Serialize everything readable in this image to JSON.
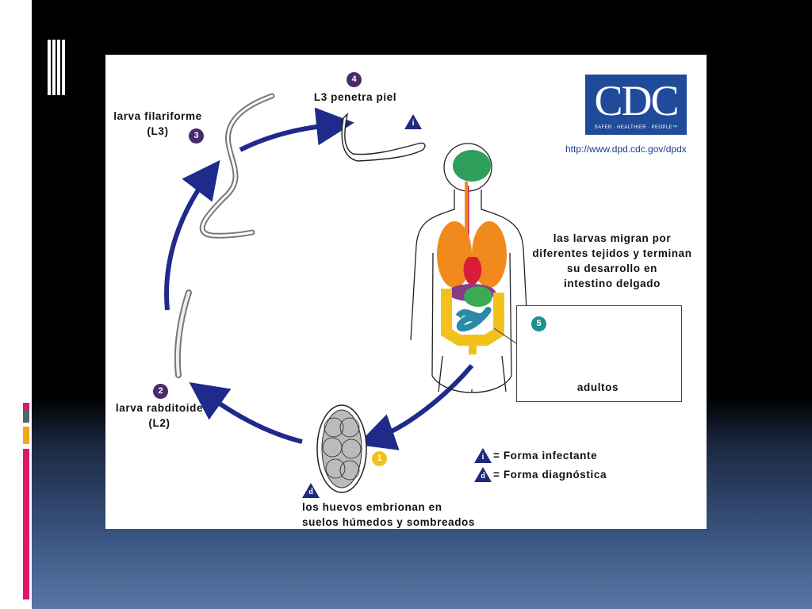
{
  "logo": {
    "letters": "CDC",
    "tagline": "SAFER · HEALTHIER · PEOPLE™"
  },
  "url": "http://www.dpd.cdc.gov/dpdx",
  "stages": [
    {
      "number": "1",
      "text": "los huevos embrionan en\nsuelos húmedos y sombreados",
      "badge_color": "#f2c21b"
    },
    {
      "number": "2",
      "text": "larva rabditoide\n(L2)",
      "badge_color": "#4a2a6b"
    },
    {
      "number": "3",
      "text": "larva filariforme\n(L3)",
      "badge_color": "#4a2a6b"
    },
    {
      "number": "4",
      "text": "L3 penetra piel",
      "badge_color": "#4a2a6b"
    },
    {
      "number": "5",
      "text": "adultos",
      "badge_color": "#1d8f8f"
    }
  ],
  "migration_text": "las larvas migran por\ndiferentes tejidos y terminan\nsu desarrollo en\nintestino delgado",
  "symbols": {
    "infective": "i",
    "diagnostic": "d"
  },
  "legend": [
    {
      "symbol": "i",
      "text": "= Forma infectante"
    },
    {
      "symbol": "d",
      "text": "= Forma diagnóstica"
    }
  ],
  "colors": {
    "arrow": "#1f2a8a",
    "brain": "#2e9e5b",
    "lungs": "#f08a1c",
    "heart": "#d81c3a",
    "intestine_small": "#2a8aa8",
    "intestine_large": "#f2c21b",
    "stomach": "#3aaa55",
    "liver": "#8a3a8a",
    "accent_pink": "#e0156e",
    "accent_orange": "#f2a81b"
  }
}
